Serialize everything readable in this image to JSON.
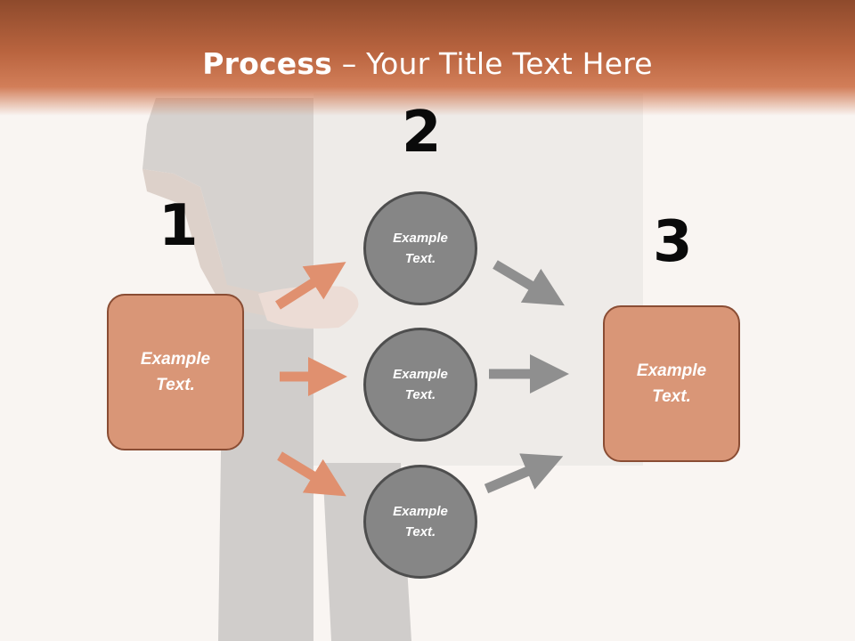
{
  "title": {
    "bold": "Process",
    "rest": " – Your Title Text Here"
  },
  "steps": {
    "one": "1",
    "two": "2",
    "three": "3"
  },
  "left_box": {
    "text": "Example Text."
  },
  "right_box": {
    "text": "Example Text."
  },
  "circles": [
    {
      "text": "Example Text."
    },
    {
      "text": "Example Text."
    },
    {
      "text": "Example Text."
    }
  ],
  "colors": {
    "header": "#b9643f",
    "box_fill": "#d99677",
    "box_border": "#8a4d34",
    "circle_fill": "#868686",
    "circle_border": "#4e4e4e",
    "arrow_orange": "#e0906f",
    "arrow_gray": "#8f8f8f"
  }
}
